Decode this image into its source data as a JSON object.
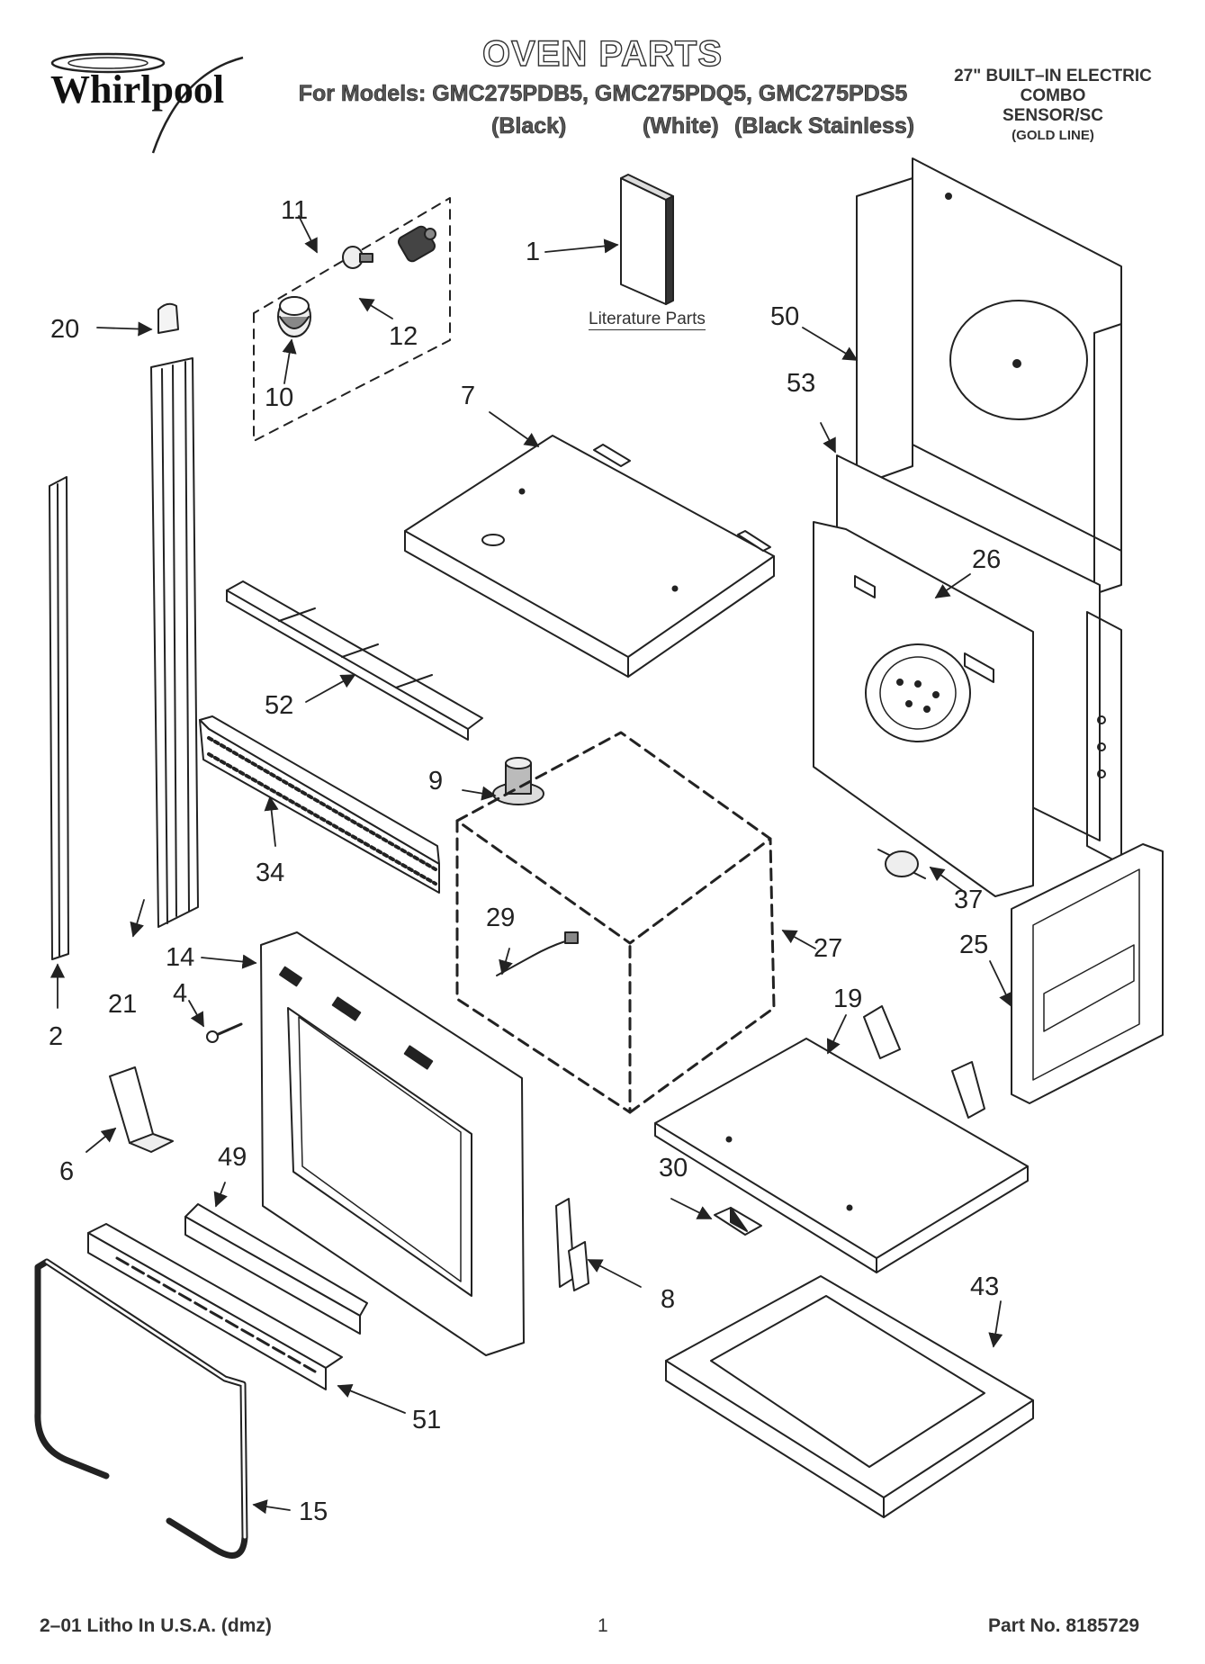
{
  "brand": "Whirlpool",
  "header": {
    "title": "OVEN PARTS",
    "models_line": "For Models: GMC275PDB5, GMC275PDQ5, GMC275PDS5",
    "colors": [
      "(Black)",
      "(White)",
      "(Black Stainless)"
    ],
    "product_lines": [
      "27\" BUILT–IN ELECTRIC",
      "COMBO",
      "SENSOR/SC",
      "(GOLD LINE)"
    ]
  },
  "literature_label": "Literature Parts",
  "callouts": [
    "1",
    "2",
    "4",
    "6",
    "7",
    "8",
    "9",
    "10",
    "11",
    "12",
    "14",
    "15",
    "19",
    "20",
    "21",
    "25",
    "26",
    "27",
    "29",
    "30",
    "34",
    "37",
    "43",
    "49",
    "50",
    "51",
    "52",
    "53"
  ],
  "footer": {
    "litho": "2–01 Litho In U.S.A. (dmz)",
    "page": "1",
    "part_no": "Part No. 8185729"
  }
}
